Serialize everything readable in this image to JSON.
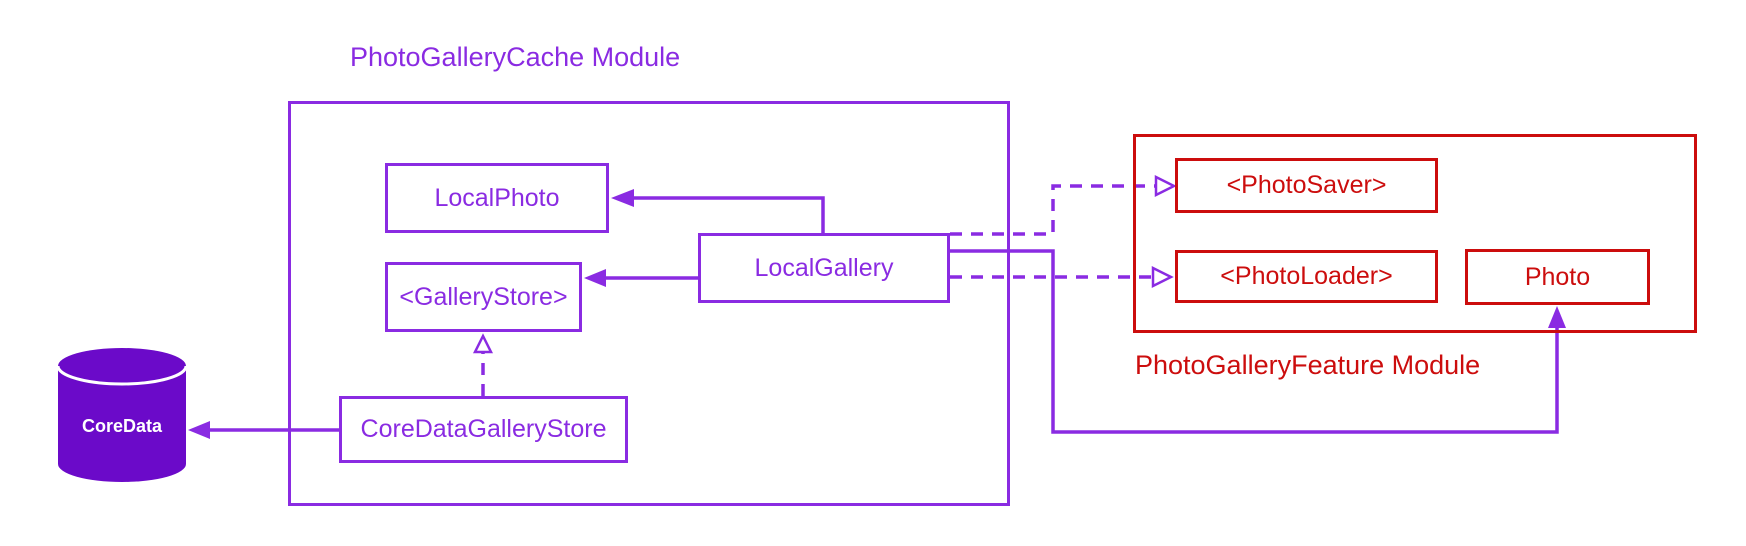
{
  "colors": {
    "purple": "#8A2BE2",
    "purpleFill": "#6B0AC9",
    "red": "#CC0D0D",
    "white": "#ffffff"
  },
  "modules": {
    "cache": {
      "title": "PhotoGalleryCache Module"
    },
    "feature": {
      "title": "PhotoGalleryFeature Module"
    }
  },
  "nodes": {
    "localPhoto": {
      "label": "LocalPhoto"
    },
    "galleryStore": {
      "label": "<GalleryStore>"
    },
    "localGallery": {
      "label": "LocalGallery"
    },
    "coreDataGalleryStore": {
      "label": "CoreDataGalleryStore"
    },
    "photoSaver": {
      "label": "<PhotoSaver>"
    },
    "photoLoader": {
      "label": "<PhotoLoader>"
    },
    "photo": {
      "label": "Photo"
    },
    "coreData": {
      "label": "CoreData"
    }
  },
  "edges": [
    {
      "from": "LocalGallery",
      "to": "LocalPhoto",
      "line": "solid",
      "head": "filled-arrow"
    },
    {
      "from": "LocalGallery",
      "to": "GalleryStore",
      "line": "solid",
      "head": "filled-arrow"
    },
    {
      "from": "CoreDataGalleryStore",
      "to": "GalleryStore",
      "line": "dashed",
      "head": "hollow-triangle"
    },
    {
      "from": "CoreDataGalleryStore",
      "to": "CoreData",
      "line": "solid",
      "head": "filled-arrow"
    },
    {
      "from": "LocalGallery",
      "to": "PhotoSaver",
      "line": "dashed",
      "head": "hollow-arrow"
    },
    {
      "from": "LocalGallery",
      "to": "PhotoLoader",
      "line": "dashed",
      "head": "hollow-arrow"
    },
    {
      "from": "LocalGallery",
      "to": "Photo",
      "line": "solid",
      "head": "filled-arrow"
    }
  ]
}
